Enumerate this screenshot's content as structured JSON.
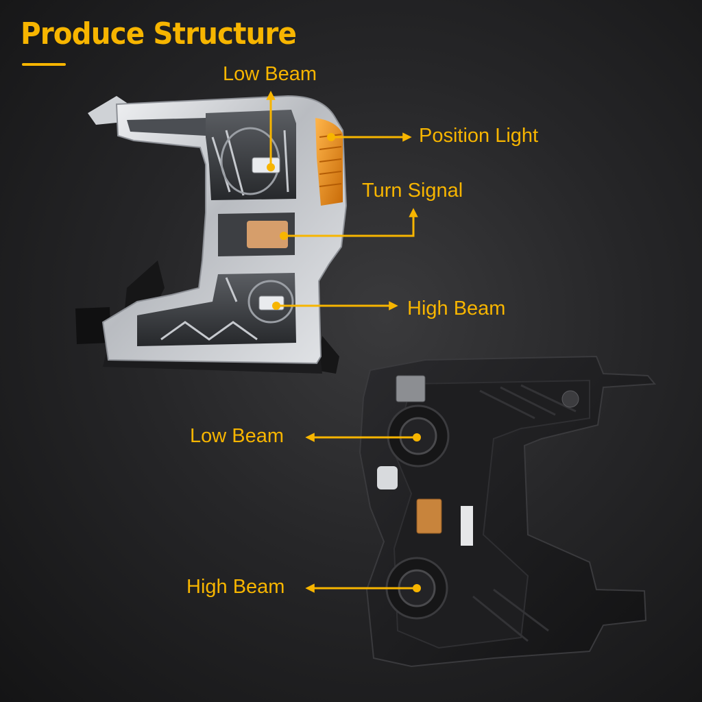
{
  "title": "Produce Structure",
  "colors": {
    "accent": "#f7b500",
    "chrome": "#d7d9dc",
    "housing": "#1b1b1d",
    "amber": "#e8931a"
  },
  "front_view": {
    "labels": {
      "low_beam": "Low Beam",
      "position_light": "Position Light",
      "turn_signal": "Turn Signal",
      "high_beam": "High Beam"
    }
  },
  "rear_view": {
    "labels": {
      "low_beam": "Low Beam",
      "high_beam": "High Beam"
    }
  }
}
